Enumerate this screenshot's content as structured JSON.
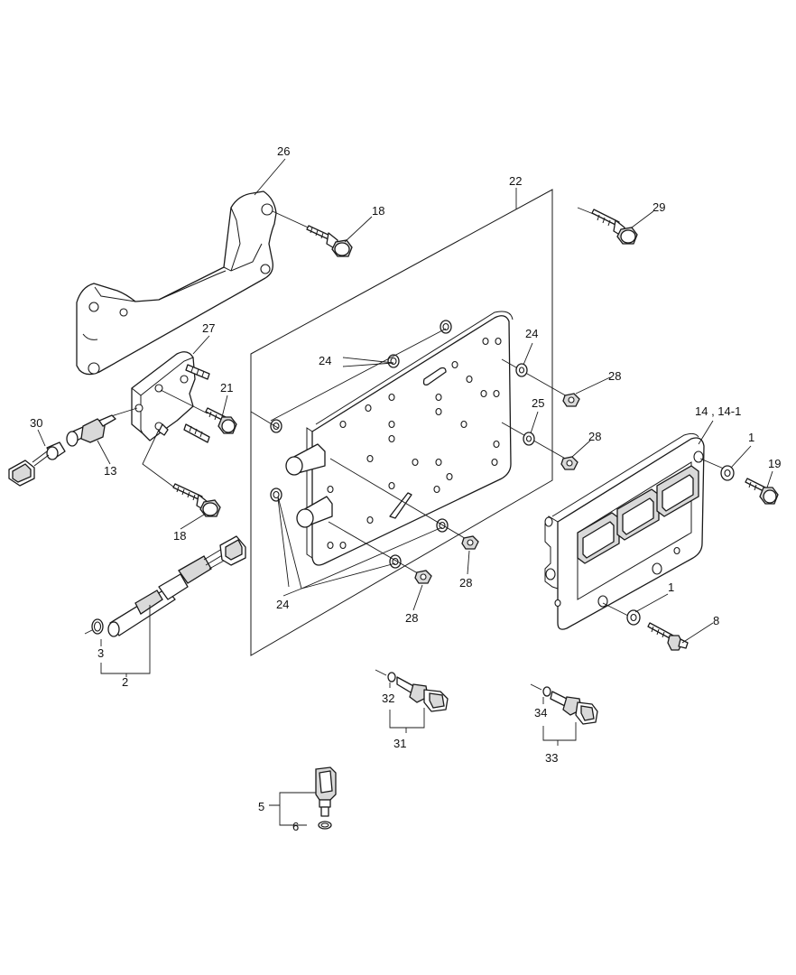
{
  "callouts": [
    {
      "id": "c26",
      "text": "26"
    },
    {
      "id": "c22",
      "text": "22"
    },
    {
      "id": "c29",
      "text": "29"
    },
    {
      "id": "c18a",
      "text": "18"
    },
    {
      "id": "c27",
      "text": "27"
    },
    {
      "id": "c21",
      "text": "21"
    },
    {
      "id": "c30",
      "text": "30"
    },
    {
      "id": "c13",
      "text": "13"
    },
    {
      "id": "c18b",
      "text": "18"
    },
    {
      "id": "c24a",
      "text": "24"
    },
    {
      "id": "c24b",
      "text": "24"
    },
    {
      "id": "c24c",
      "text": "24"
    },
    {
      "id": "c28a",
      "text": "28"
    },
    {
      "id": "c25",
      "text": "25"
    },
    {
      "id": "c28b",
      "text": "28"
    },
    {
      "id": "c28c",
      "text": "28"
    },
    {
      "id": "c28d",
      "text": "28"
    },
    {
      "id": "c14",
      "text": "14 , 14-1"
    },
    {
      "id": "c1a",
      "text": "1"
    },
    {
      "id": "c19",
      "text": "19"
    },
    {
      "id": "c1b",
      "text": "1"
    },
    {
      "id": "c8",
      "text": "8"
    },
    {
      "id": "c3",
      "text": "3"
    },
    {
      "id": "c2",
      "text": "2"
    },
    {
      "id": "c32",
      "text": "32"
    },
    {
      "id": "c31",
      "text": "31"
    },
    {
      "id": "c34",
      "text": "34"
    },
    {
      "id": "c33",
      "text": "33"
    },
    {
      "id": "c5",
      "text": "5"
    },
    {
      "id": "c6",
      "text": "6"
    }
  ]
}
